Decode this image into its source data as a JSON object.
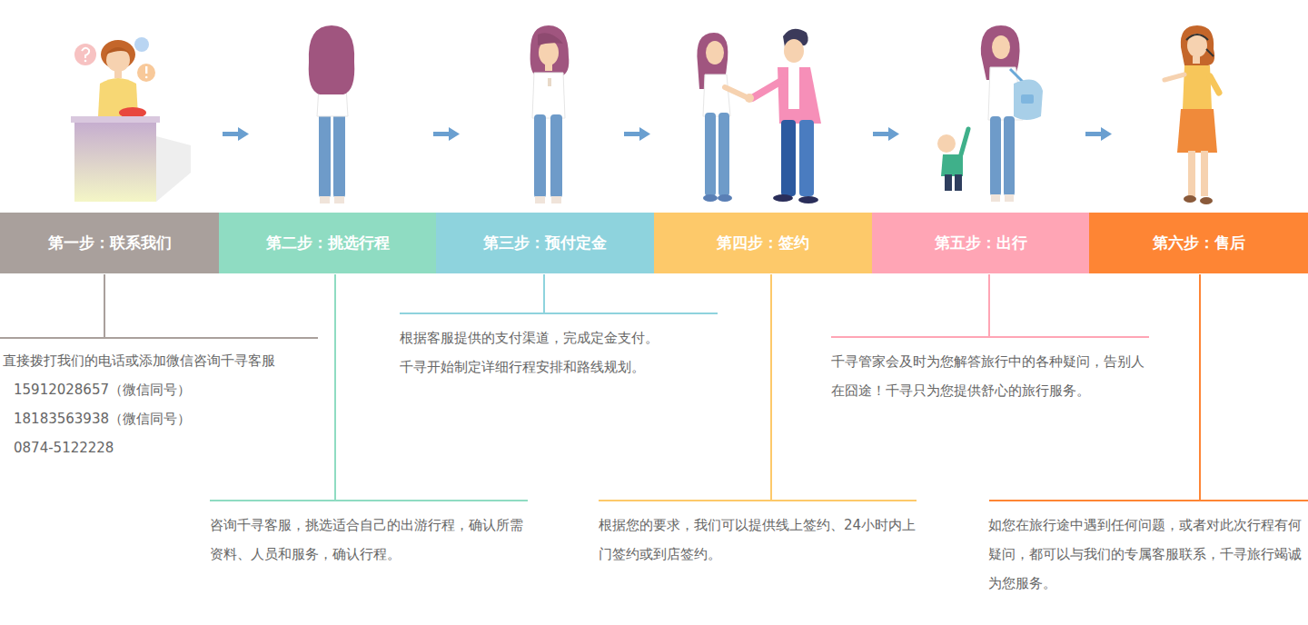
{
  "diagram": {
    "nodes": [
      {
        "text": [
          "第一步：联系我们"
        ]
      },
      {
        "text": [
          "第二步：挑选行程"
        ]
      },
      {
        "text": [
          "第三步：预付定金"
        ]
      },
      {
        "text": [
          "第四步：签约"
        ]
      },
      {
        "text": [
          "第五步：出行"
        ]
      },
      {
        "text": [
          "第六步：售后"
        ]
      }
    ],
    "labels": [
      "直接拨打我们的电话或添加微信咨询千寻客服",
      "15912028657（微信同号）",
      "18183563938（微信同号）",
      "0874-5122228",
      "咨询千寻客服，挑选适合自己的出游行程，确认所需资料、人员和服务，确认行程。",
      "根据客服提供的支付渠道，完成定金支付。",
      "千寻开始制定详细行程安排和路线规划。",
      "根据您的要求，我们可以提供线上签约、24小时内上门签约或到店签约。",
      "千寻管家会及时为您解答旅行中的各种疑问，告别人在囧途！千寻只为您提供舒心的旅行服务。",
      "如您在旅行途中遇到任何问题，或者对此次行程有何疑问，都可以与我们的专属客服联系，千寻旅行竭诚为您服务。"
    ]
  }
}
